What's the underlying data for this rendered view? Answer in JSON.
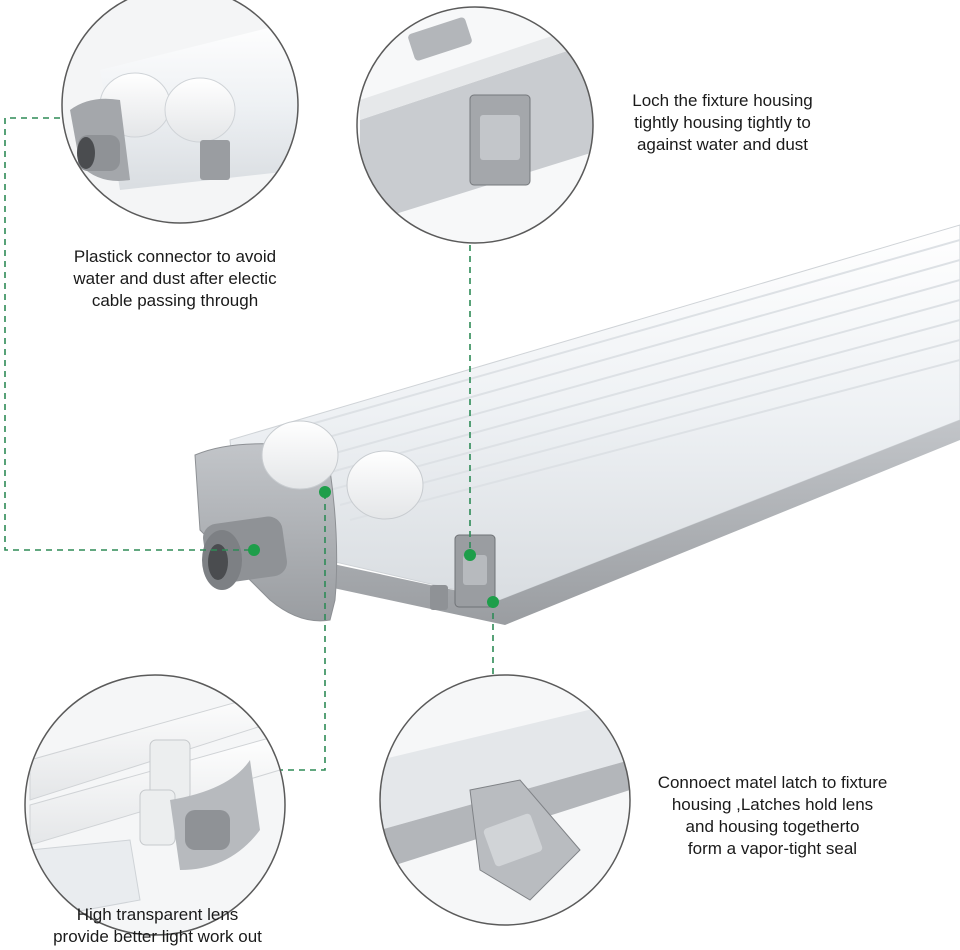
{
  "callouts": {
    "connector": {
      "lines": [
        "Plastick connector to avoid",
        "water and dust after electic",
        "cable passing through"
      ]
    },
    "latch_top": {
      "lines": [
        "Loch the fixture housing",
        "tightly housing tightly to",
        "against water and dust"
      ]
    },
    "lens": {
      "lines": [
        "High transparent lens",
        "provide better light work out"
      ]
    },
    "latch_bottom": {
      "lines": [
        "Connoect matel latch to fixture",
        "housing ,Latches hold lens",
        "and housing togetherto",
        "form a vapor-tight seal"
      ]
    }
  },
  "colors": {
    "background": "#ffffff",
    "housing_gray": "#a9acb0",
    "lens_white": "#eef1f4",
    "tube_white": "#fafafa",
    "leader_green": "#2e8b57",
    "dot_green": "#1e9e4a",
    "circle_border": "#5a5a5a",
    "text": "#1a1a1a"
  },
  "icons": [
    "cable-gland-icon",
    "metal-latch-icon",
    "end-cap-icon"
  ]
}
